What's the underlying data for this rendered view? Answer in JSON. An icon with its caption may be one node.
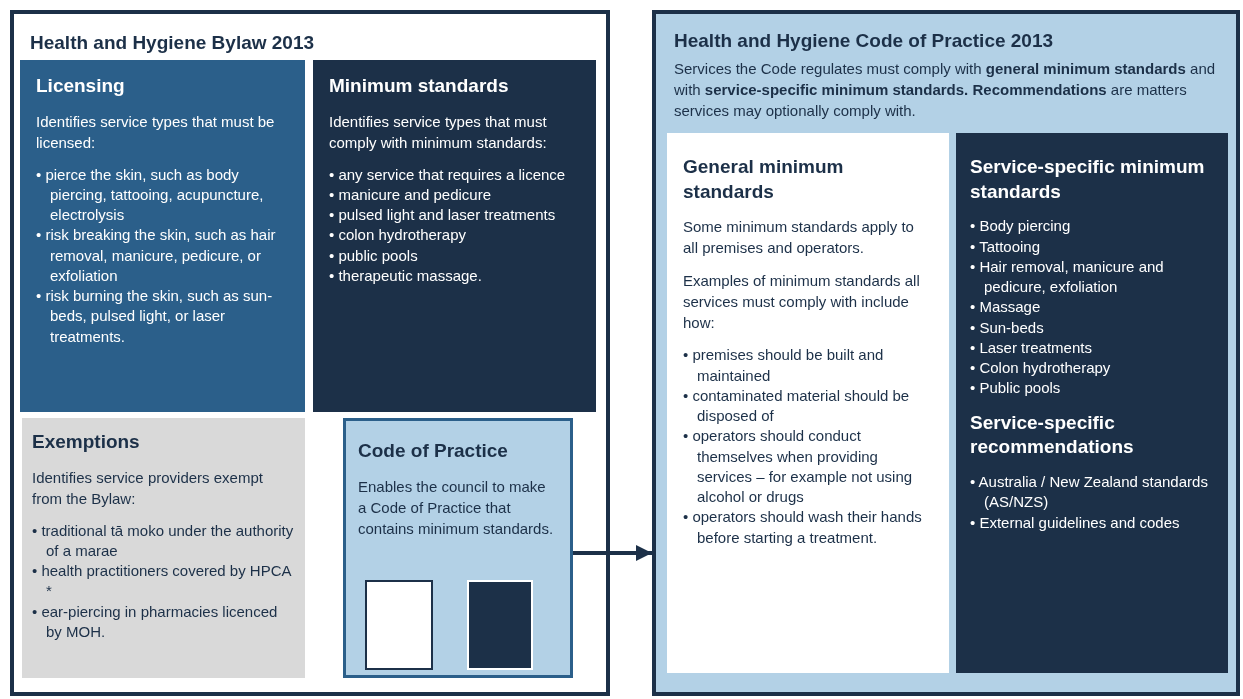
{
  "diagram": {
    "nodes": [
      {
        "text": [
          "Health and Hygiene Bylaw 2013"
        ]
      },
      {
        "text": [
          "Licensing",
          "Identifies service types that must be licensed:",
          "• pierce the skin, such as body piercing, tattooing, acupuncture, electrolysis",
          "• risk breaking the skin, such as hair removal, manicure, pedicure, or exfoliation",
          "• risk burning the skin, such as sun-beds, pulsed light, or laser treatments."
        ],
        "in": 0
      },
      {
        "text": [
          "Minimum standards",
          "Identifies service types that must comply with minimum standards:",
          "• any service that requires a licence",
          "• manicure and pedicure",
          "• pulsed light and laser treatments",
          "• colon hydrotherapy",
          "• public pools",
          "• therapeutic massage."
        ],
        "in": 0
      },
      {
        "text": [
          "Exemptions",
          "Identifies service providers exempt from the Bylaw:",
          "• traditional tā moko under the authority of a marae",
          "• health practitioners covered by HPCA *",
          "• ear-piercing in pharmacies licenced by MOH."
        ],
        "in": 0
      },
      {
        "text": [
          "Code of Practice",
          "Enables the council to make a Code of Practice that contains minimum standards."
        ],
        "in": 0
      },
      {
        "text": [],
        "shape": "box",
        "in": 4
      },
      {
        "text": [],
        "shape": "box",
        "in": 4
      },
      {
        "text": [
          "Health and Hygiene Code of Practice 2013",
          "Services the Code regulates must comply with **general minimum standards** and with **service-specific minimum standards.** **Recommendations** are matters services may optionally comply with."
        ]
      },
      {
        "text": [
          "General minimum standards",
          "Some minimum standards apply to all premises and operators.",
          "Examples of minimum standards all services must comply with include how:",
          "• premises should be built and maintained",
          "• contaminated material should be disposed of",
          "• operators should conduct themselves when providing services – for example not using alcohol or drugs",
          "• operators should wash their hands before starting a treatment."
        ],
        "in": 7
      },
      {
        "text": [
          "Service-specific minimum standards",
          "• Body piercing",
          "• Tattooing",
          "• Hair removal, manicure and pedicure, exfoliation",
          "• Massage",
          "• Sun-beds",
          "• Laser treatments",
          "• Colon hydrotherapy",
          "• Public pools",
          "Service-specific recommendations",
          "• Australia / New Zealand standards (AS/NZS)",
          "• External guidelines and codes"
        ],
        "in": 7
      }
    ],
    "edges": [
      {
        "from": 4,
        "to": 7,
        "arrow": "to"
      }
    ]
  }
}
